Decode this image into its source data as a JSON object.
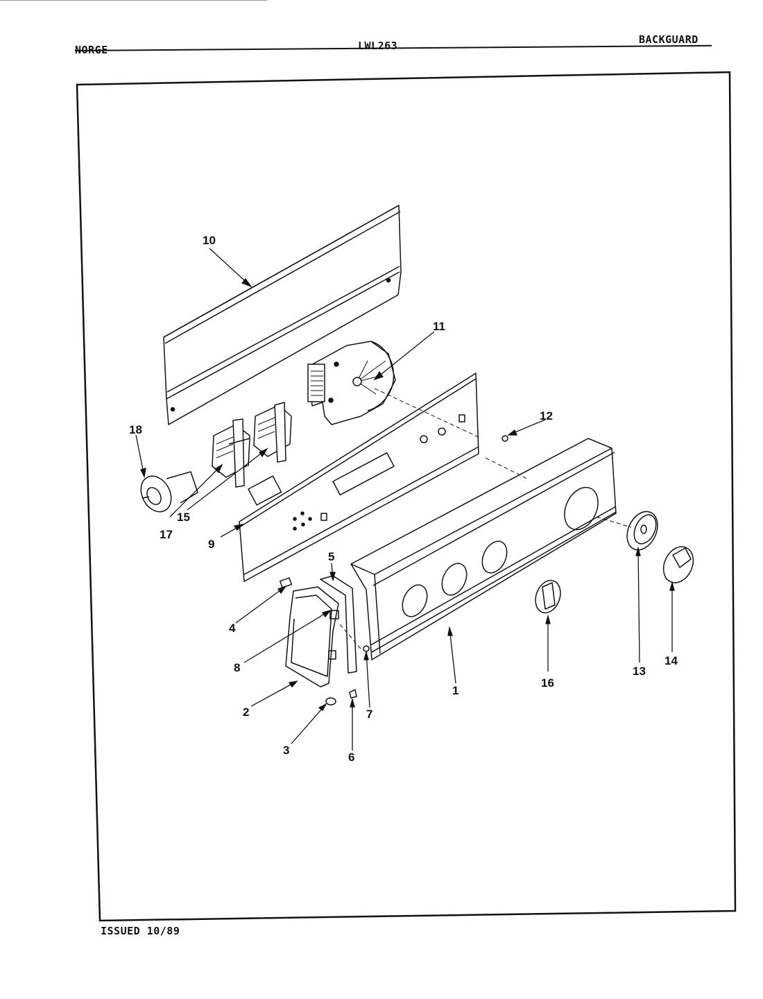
{
  "header": {
    "brand": "NORGE",
    "model": "LWL263",
    "section": "BACKGUARD"
  },
  "footer": {
    "issued": "ISSUED 10/89"
  },
  "diagram": {
    "callouts": [
      "1",
      "2",
      "3",
      "4",
      "5",
      "6",
      "7",
      "8",
      "9",
      "10",
      "11",
      "12",
      "13",
      "14",
      "15",
      "16",
      "17",
      "18"
    ]
  }
}
